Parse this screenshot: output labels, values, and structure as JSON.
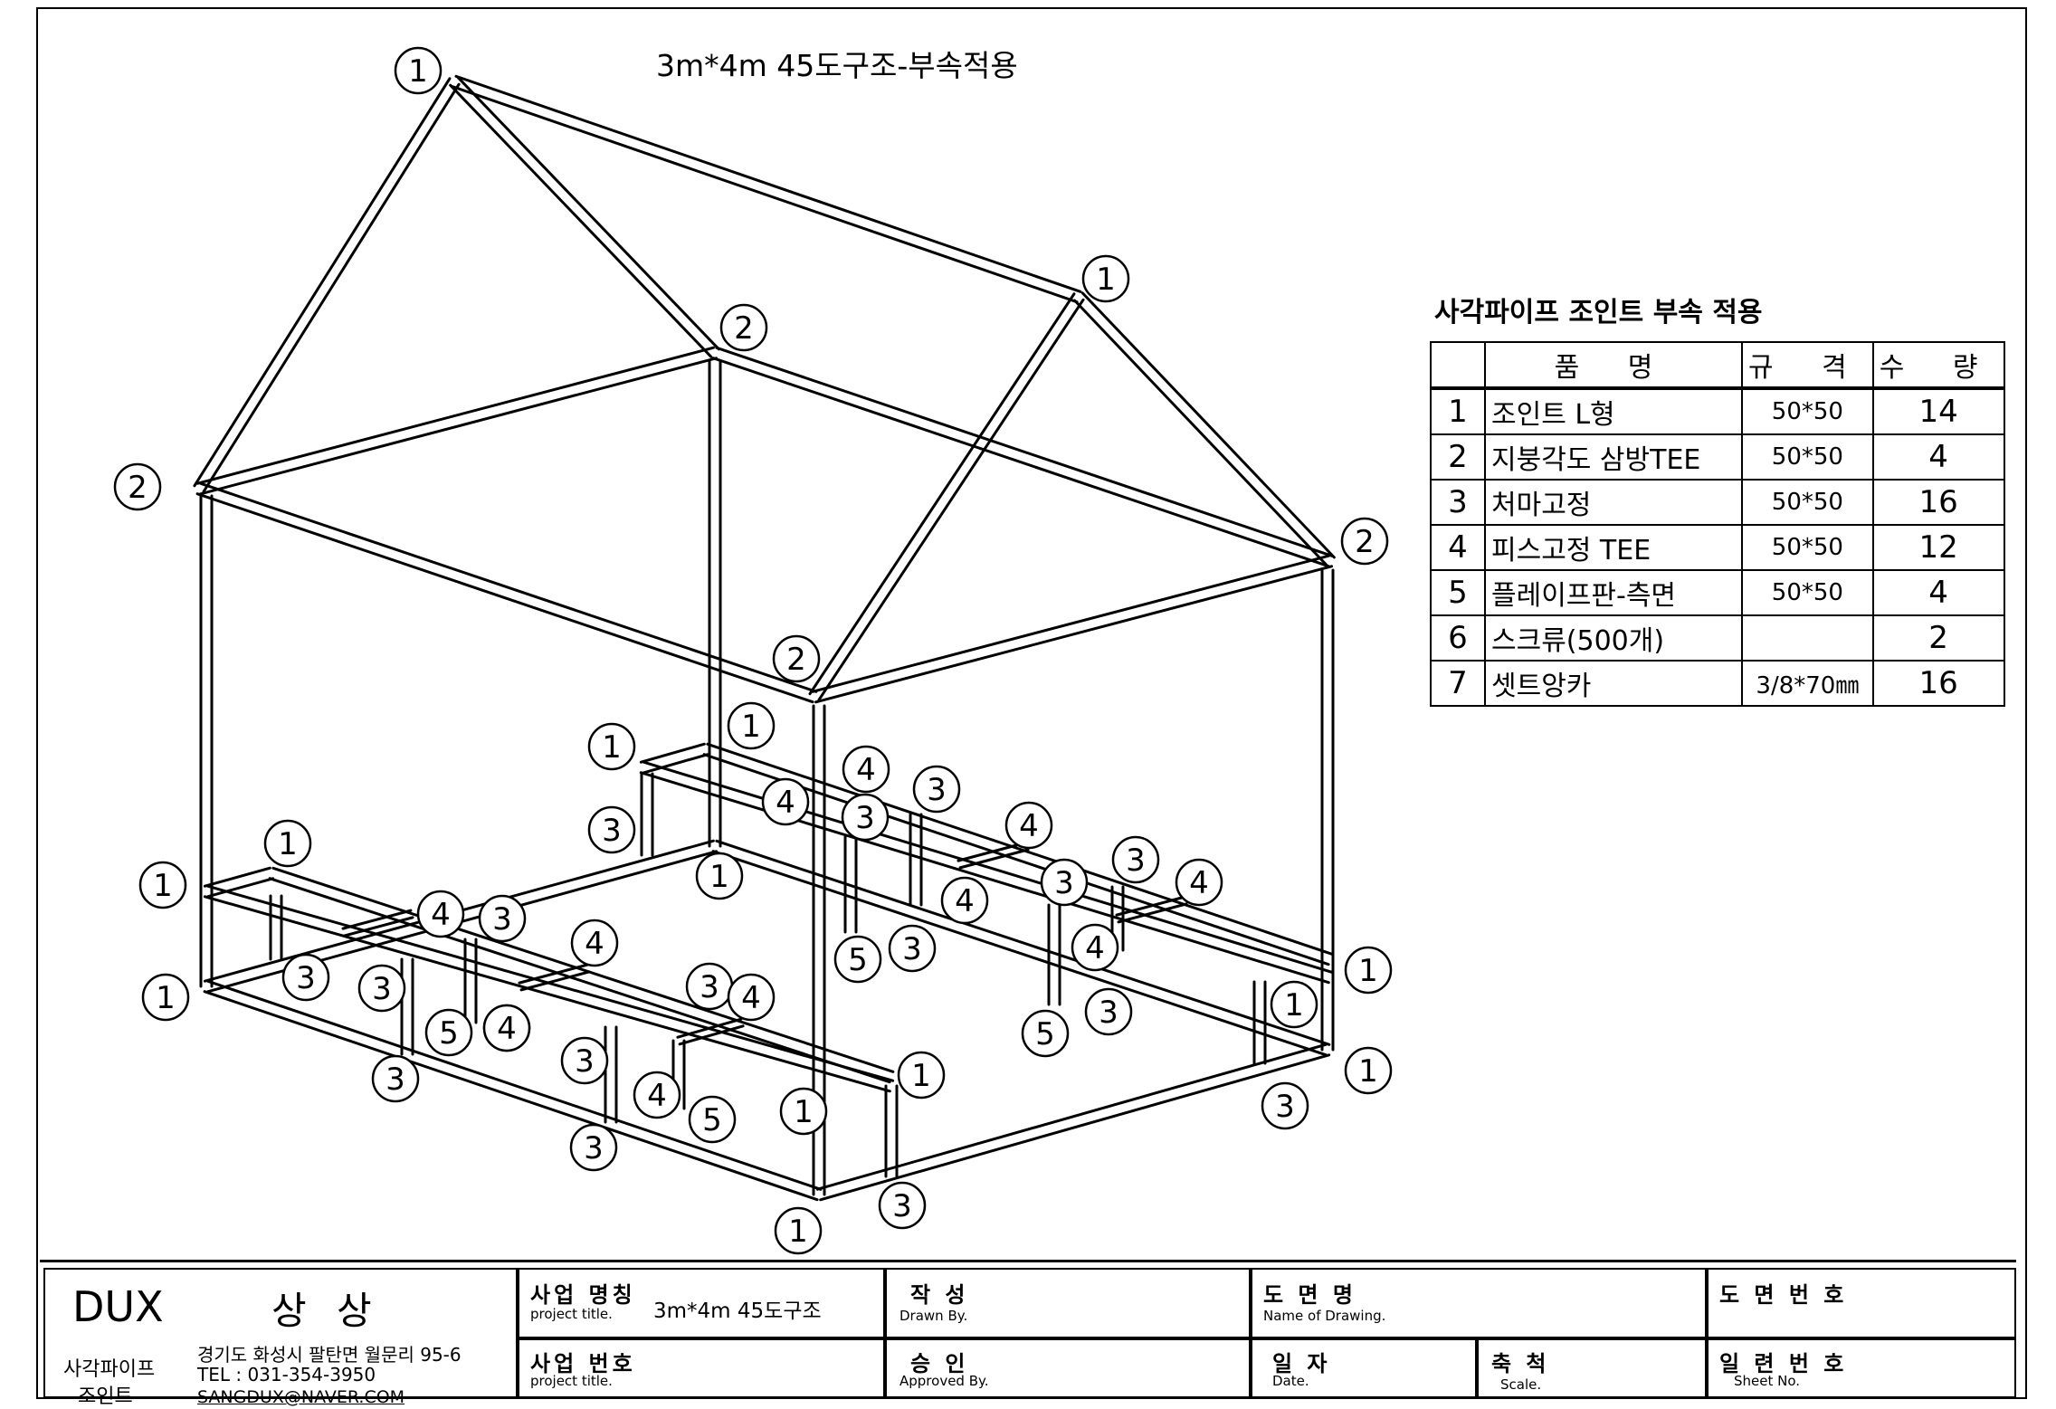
{
  "title": "3m*4m 45도구조-부속적용",
  "parts_table": {
    "title": "사각파이프 조인트 부속 적용",
    "headers": [
      "품 명",
      "규 격",
      "수 량"
    ],
    "rows": [
      {
        "no": "1",
        "name": "조인트 L형",
        "spec": "50*50",
        "qty": "14"
      },
      {
        "no": "2",
        "name": "지붕각도 삼방TEE",
        "spec": "50*50",
        "qty": "4"
      },
      {
        "no": "3",
        "name": "처마고정",
        "spec": "50*50",
        "qty": "16"
      },
      {
        "no": "4",
        "name": "피스고정 TEE",
        "spec": "50*50",
        "qty": "12"
      },
      {
        "no": "5",
        "name": "플레이프판-측면",
        "spec": "50*50",
        "qty": "4"
      },
      {
        "no": "6",
        "name": "스크류(500개)",
        "spec": "",
        "qty": "2"
      },
      {
        "no": "7",
        "name": "셋트앙카",
        "spec": "3/8*70㎜",
        "qty": "16"
      }
    ]
  },
  "title_block": {
    "brand": "DUX",
    "brand_kr": "상 상",
    "company_line1": "사각파이프",
    "company_line2": "조인트",
    "address": "경기도 화성시 팔탄면 월문리 95-6",
    "tel": "TEL : 031-354-3950",
    "email": "SANGDUX@NAVER.COM",
    "project_name_label": "사업 명칭",
    "project_name_sub": "project title.",
    "project_name_value": "3m*4m 45도구조",
    "project_no_label": "사업 번호",
    "project_no_sub": "project title.",
    "drawn_label": "작  성",
    "drawn_sub": "Drawn By.",
    "approved_label": "승  인",
    "approved_sub": "Approved By.",
    "drawing_name_label": "도 면 명",
    "drawing_name_sub": "Name of Drawing.",
    "date_label": "일  자",
    "date_sub": "Date.",
    "scale_label": "축  척",
    "scale_sub": "Scale.",
    "drawing_no_label": "도 면 번 호",
    "sheet_no_label": "일 련 번 호",
    "sheet_no_sub": "Sheet No."
  },
  "callout_labels": [
    "1",
    "1",
    "1",
    "1",
    "1",
    "1",
    "1",
    "1",
    "1",
    "1",
    "1",
    "1",
    "1",
    "1",
    "2",
    "2",
    "2",
    "2",
    "3",
    "3",
    "3",
    "3",
    "3",
    "3",
    "3",
    "3",
    "3",
    "3",
    "3",
    "3",
    "3",
    "3",
    "3",
    "3",
    "4",
    "4",
    "4",
    "4",
    "4",
    "4",
    "4",
    "4",
    "4",
    "4",
    "4",
    "4",
    "5",
    "5",
    "5",
    "5"
  ]
}
